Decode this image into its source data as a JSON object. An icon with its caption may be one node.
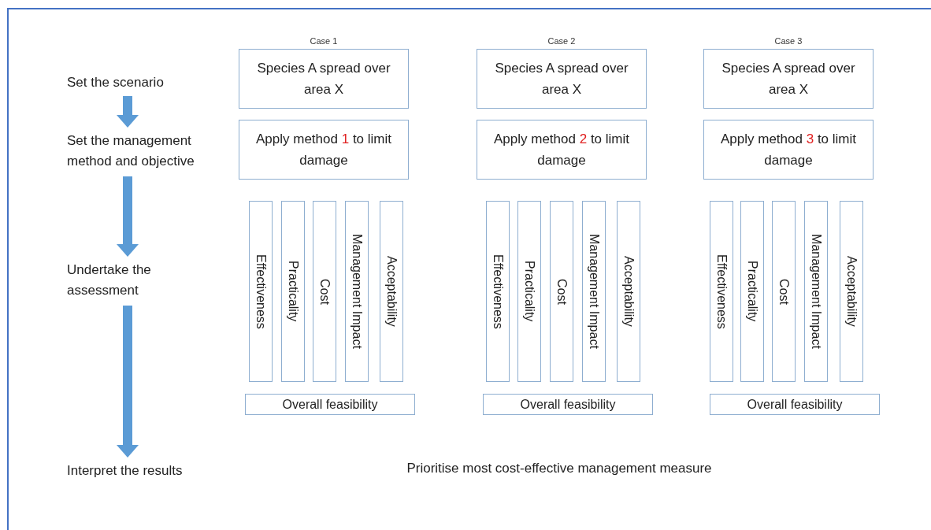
{
  "diagram": {
    "nodes": [
      {
        "text": [
          "Set the scenario"
        ]
      },
      {
        "text": [
          "Set the management method and objective"
        ]
      },
      {
        "text": [
          "Undertake the assessment"
        ]
      },
      {
        "text": [
          "Interpret the results"
        ]
      },
      {
        "text": [
          "Case 1",
          "Species A spread over area X"
        ]
      },
      {
        "text": [
          "Apply method **1** to limit damage"
        ]
      },
      {
        "text": [
          "Effectiveness"
        ]
      },
      {
        "text": [
          "Practicality"
        ]
      },
      {
        "text": [
          "Cost"
        ]
      },
      {
        "text": [
          "Management Impact"
        ]
      },
      {
        "text": [
          "Acceptability"
        ]
      },
      {
        "text": [
          "Overall feasibility"
        ]
      },
      {
        "text": [
          "Case 2",
          "Species A spread over area X"
        ]
      },
      {
        "text": [
          "Apply method **2** to limit damage"
        ]
      },
      {
        "text": [
          "Effectiveness"
        ]
      },
      {
        "text": [
          "Practicality"
        ]
      },
      {
        "text": [
          "Cost"
        ]
      },
      {
        "text": [
          "Management Impact"
        ]
      },
      {
        "text": [
          "Acceptability"
        ]
      },
      {
        "text": [
          "Overall feasibility"
        ]
      },
      {
        "text": [
          "Case 3",
          "Species A spread over area X"
        ]
      },
      {
        "text": [
          "Apply method **3** to limit damage"
        ]
      },
      {
        "text": [
          "Effectiveness"
        ]
      },
      {
        "text": [
          "Practicality"
        ]
      },
      {
        "text": [
          "Cost"
        ]
      },
      {
        "text": [
          "Management Impact"
        ]
      },
      {
        "text": [
          "Acceptability"
        ]
      },
      {
        "text": [
          "Overall feasibility"
        ]
      }
    ],
    "edges": [
      {
        "from": 0,
        "to": 1,
        "arrow": "to"
      },
      {
        "from": 1,
        "to": 2,
        "arrow": "to"
      },
      {
        "from": 2,
        "to": 3,
        "arrow": "to"
      }
    ],
    "labels": [
      "Prioritise most cost-effective management measure"
    ]
  }
}
